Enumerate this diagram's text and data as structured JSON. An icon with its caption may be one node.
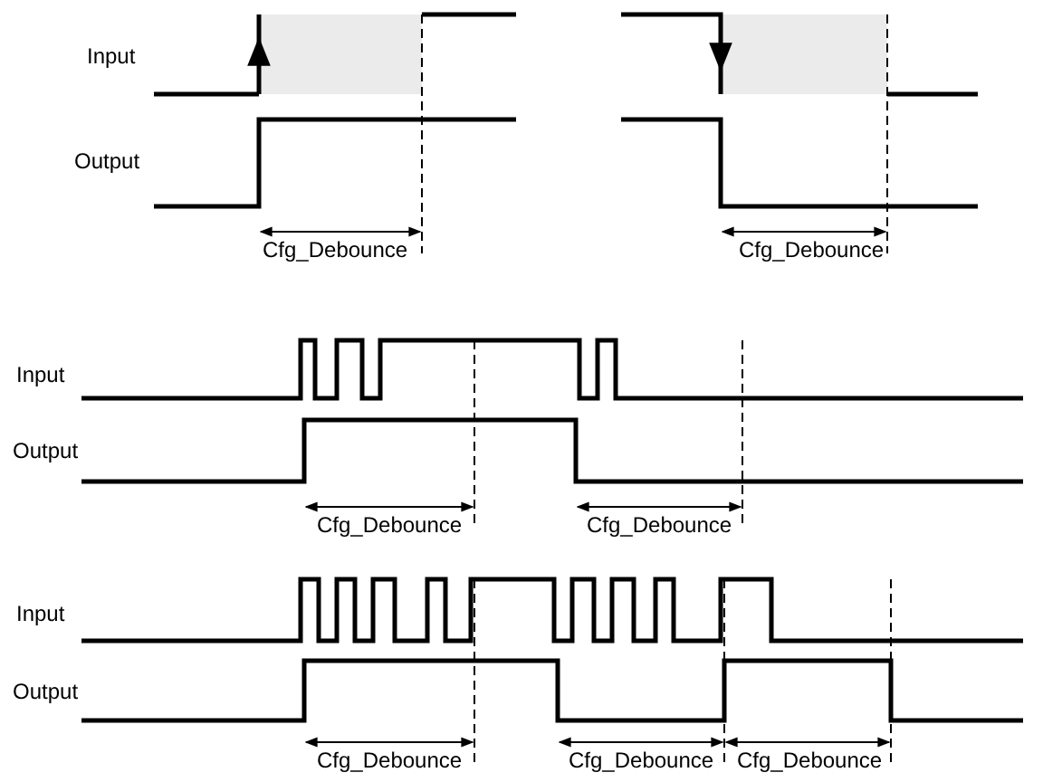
{
  "diagram": {
    "labels": [
      "Input",
      "Output",
      "Cfg_Debounce",
      "Cfg_Debounce",
      "Input",
      "Output",
      "Cfg_Debounce",
      "Cfg_Debounce",
      "Input",
      "Output",
      "Cfg_Debounce",
      "Cfg_Debounce",
      "Cfg_Debounce"
    ]
  }
}
